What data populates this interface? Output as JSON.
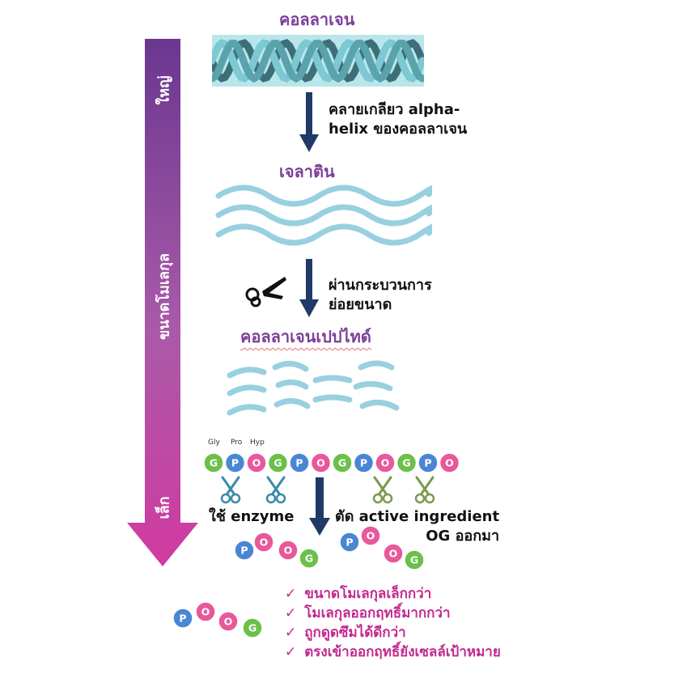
{
  "labels": {
    "collagen": "คอลลาเจน",
    "gelatin": "เจลาติน",
    "peptide": "คอลลาเจนเปปไทด์",
    "size_axis": "ขนาดโมเลกุล",
    "big": "ใหญ่",
    "small": "เล็ก"
  },
  "steps": {
    "step1_line1": "คลายเกลียว alpha-",
    "step1_line2": "helix ของคอลลาเจน",
    "step2_line1": "ผ่านกระบวนการ",
    "step2_line2": "ย่อยขนาด",
    "enzyme": "ใช้ enzyme",
    "cut_line1": "ตัด active ingredient",
    "cut_line2": "OG ออกมา"
  },
  "amino_acids": [
    "Gly",
    "Pro",
    "Hyp"
  ],
  "chain": [
    "G",
    "P",
    "O",
    "G",
    "P",
    "O",
    "G",
    "P",
    "O",
    "G",
    "P",
    "O"
  ],
  "fragment_letters": [
    "P",
    "O",
    "O",
    "G"
  ],
  "benefits": [
    "ขนาดโมเลกุลเล็กกว่า",
    "โมเลกุลออกฤทธิ์มากกว่า",
    "ถูกดูดซึมได้ดีกว่า",
    "ตรงเข้าออกฤทธิ์ยังเซลล์เป้าหมาย"
  ],
  "check_mark": "✓",
  "colors": {
    "G": "#6cc04a",
    "P": "#4a86d4",
    "O": "#e8589a",
    "title": "#7b3f98",
    "arrow": "#1f3a66",
    "wave": "#99d0e0"
  }
}
